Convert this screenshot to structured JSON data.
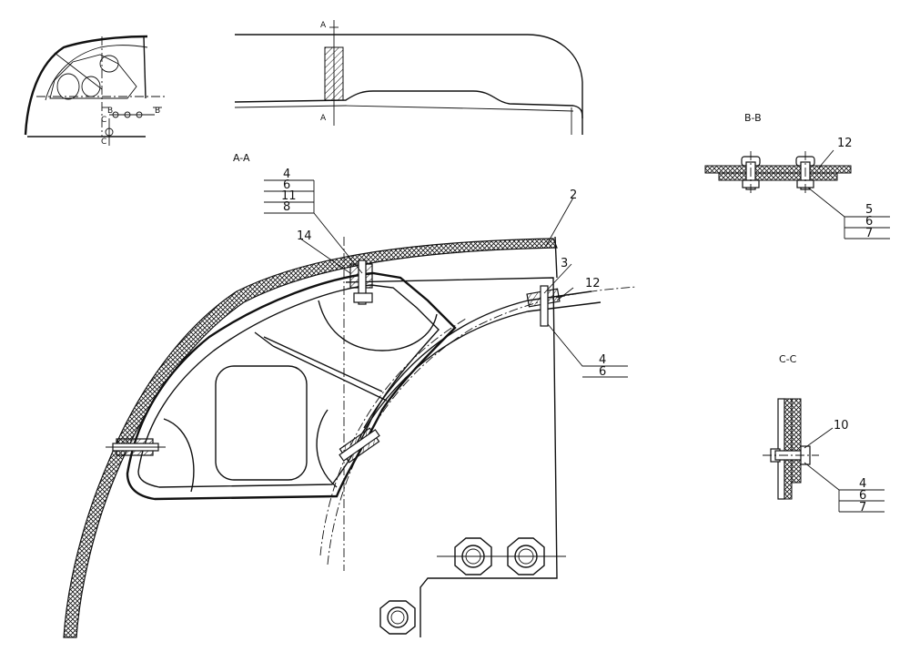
{
  "section_titles": {
    "aa": "A-A",
    "bb": "B-B",
    "cc": "C-C"
  },
  "cut_marks": {
    "a": "A",
    "b": "B",
    "c": "C"
  },
  "callouts": {
    "aa_stack": [
      "4",
      "6",
      "11",
      "8"
    ],
    "aa_14": "14",
    "aa_2": "2",
    "aa_3": "3",
    "aa_12": "12",
    "aa_bottom_stack": [
      "4",
      "6"
    ],
    "bb_12": "12",
    "bb_stack": [
      "5",
      "6",
      "7"
    ],
    "cc_10": "10",
    "cc_stack": [
      "4",
      "6",
      "7"
    ]
  }
}
